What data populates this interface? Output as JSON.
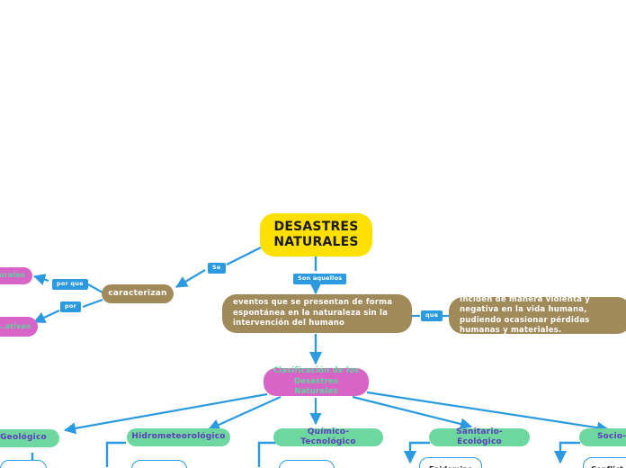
{
  "diagram": {
    "title": "DESASTRES NATURALES",
    "type": "mind-map",
    "colors": {
      "root": "#FFE000",
      "definition": "#A08A5A",
      "pink": "#D964C8",
      "green": "#6ED7A0",
      "connector": "#2b9ae0",
      "green_text": "#5fd39a",
      "purple_text": "#5b3fb8",
      "background": "#ffffff"
    }
  },
  "root": {
    "line1": "DESASTRES",
    "line2": "NATURALES"
  },
  "branches": {
    "se_label": "Se",
    "caracterizan": "caracterizan",
    "porque_label": "por que",
    "por_label": "por",
    "son_aquellos_label": "Son aquellos",
    "que_label": "que"
  },
  "left_nodes": [
    {
      "text": "...urales"
    },
    {
      "text": "...ativas"
    }
  ],
  "definitions": {
    "spontaneous": "eventos que se presentan de forma espontánea en la naturaleza sin la intervención del humano",
    "impact": "Inciden de manera violenta y negativa en la vida humana, pudiendo ocasionar pérdidas humanas y materiales."
  },
  "classification": {
    "line1": "Clasificación de los",
    "line2": "Desastres Naturales"
  },
  "categories": [
    {
      "label": "Geológico"
    },
    {
      "label": "Hidrometeorológico"
    },
    {
      "label": "Químico-Tecnológico"
    },
    {
      "label": "Sanitario-Ecológico"
    },
    {
      "label": "Socio-O"
    }
  ],
  "subnodes": [
    {
      "label": ""
    },
    {
      "label": ""
    },
    {
      "label": ""
    },
    {
      "label": "Epidemias"
    },
    {
      "label": "Conflict"
    }
  ]
}
